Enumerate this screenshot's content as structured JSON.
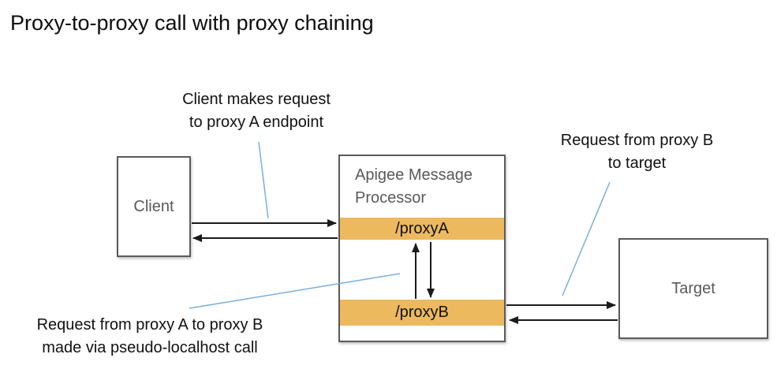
{
  "title": "Proxy-to-proxy call with proxy chaining",
  "annotations": {
    "client_request": {
      "line1": "Client makes request",
      "line2": "to proxy A endpoint"
    },
    "proxy_b_to_target": {
      "line1": "Request from proxy B",
      "line2": "to target"
    },
    "proxy_a_to_proxy_b": {
      "line1": "Request from proxy A to proxy B",
      "line2": "made via pseudo-localhost call"
    }
  },
  "nodes": {
    "client": {
      "label": "Client"
    },
    "message_processor": {
      "label": "Apigee Message Processor",
      "proxy_a_label": "/proxyA",
      "proxy_b_label": "/proxyB"
    },
    "target": {
      "label": "Target"
    }
  },
  "colors": {
    "proxy_band": "#ecb95f",
    "annotation_pointer": "#7aaedd",
    "box_border": "#5a5a5a",
    "box_label_text": "#58595b",
    "arrow": "#1a1a1a",
    "title_text": "#0d0d0d"
  }
}
